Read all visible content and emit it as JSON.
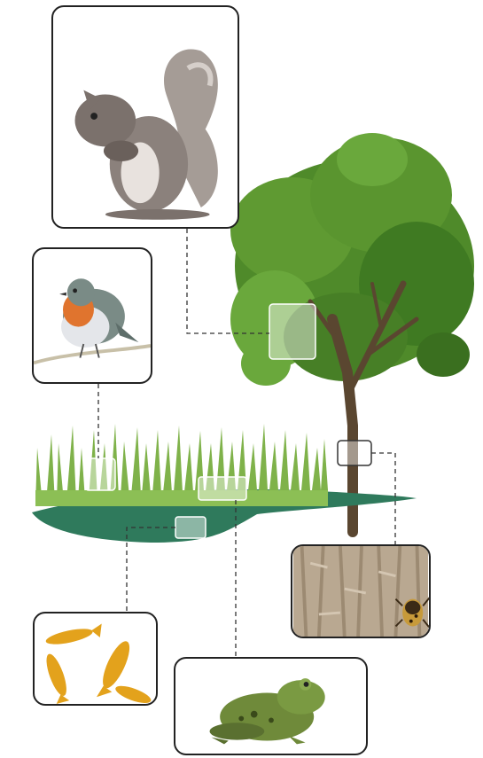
{
  "diagram": {
    "description_colors": {
      "connector": "#333333",
      "pond": "#2f7a5c",
      "grass": "#7fb24a",
      "tree_foliage": "#4f8a2a",
      "trunk": "#5a4630"
    },
    "habitats": [
      {
        "name": "tree-canopy",
        "links_to": "squirrel"
      },
      {
        "name": "grass",
        "links_to": "robin"
      },
      {
        "name": "tree-trunk",
        "links_to": "bark-beetle"
      },
      {
        "name": "pond-underwater",
        "links_to": "fish"
      },
      {
        "name": "pond-surface",
        "links_to": "frog"
      }
    ],
    "cards": [
      {
        "id": "squirrel",
        "icon": "squirrel-icon"
      },
      {
        "id": "robin",
        "icon": "robin-icon"
      },
      {
        "id": "bark-beetle",
        "icon": "beetle-icon"
      },
      {
        "id": "fish",
        "icon": "fish-icon"
      },
      {
        "id": "frog",
        "icon": "frog-icon"
      }
    ]
  }
}
